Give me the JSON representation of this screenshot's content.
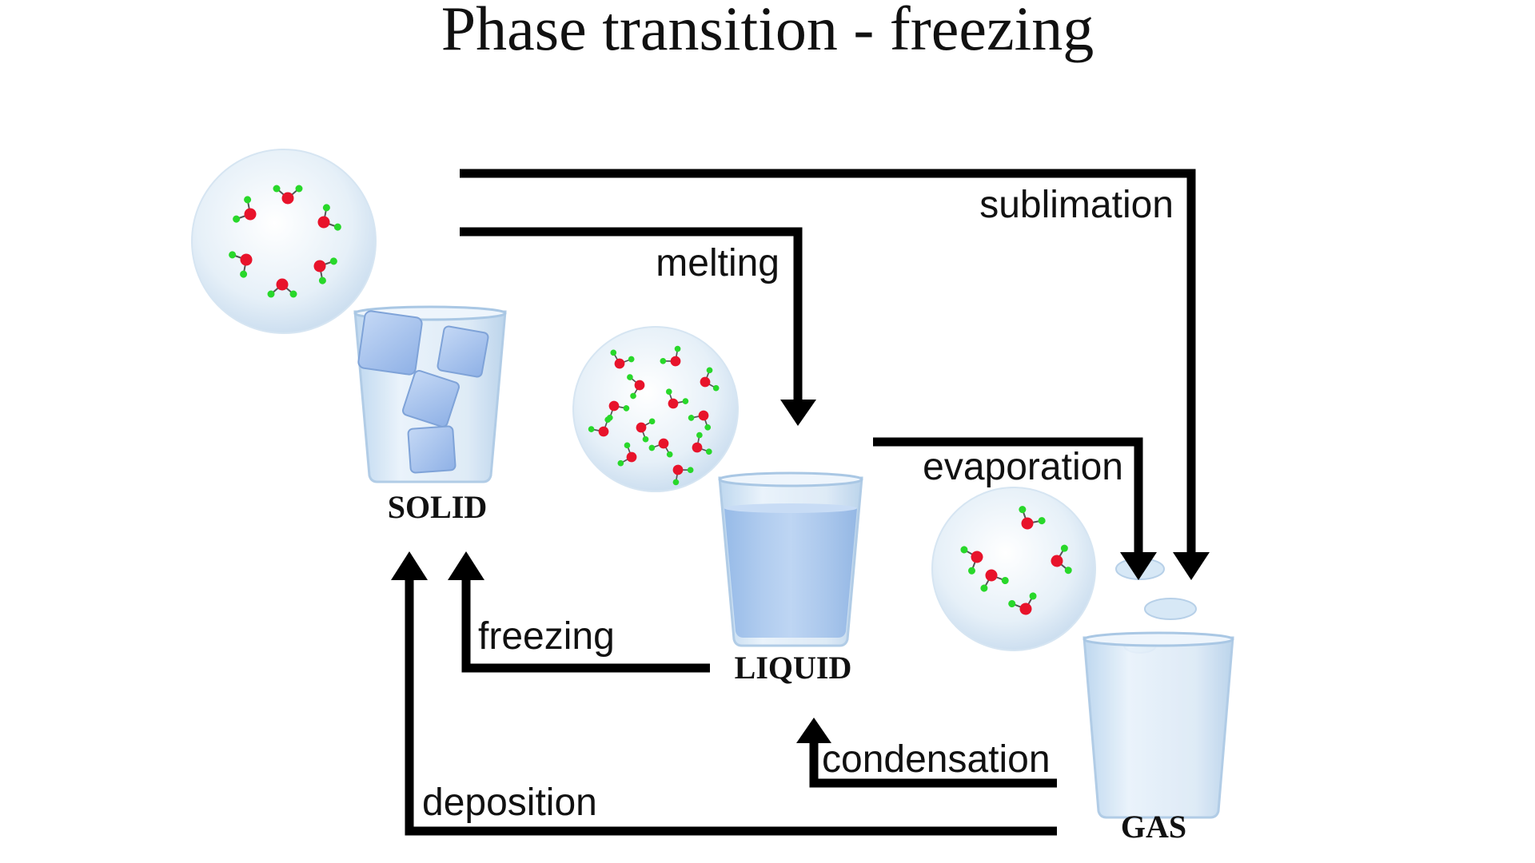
{
  "title": "Phase transition - freezing",
  "states": {
    "solid": "SOLID",
    "liquid": "LIQUID",
    "gas": "GAS"
  },
  "processes": {
    "sublimation": "sublimation",
    "melting": "melting",
    "evaporation": "evaporation",
    "freezing": "freezing",
    "condensation": "condensation",
    "deposition": "deposition"
  },
  "colors": {
    "oxygen": "#e8132b",
    "hydrogen": "#28d82a",
    "glass": "#cfe3f3",
    "water": "#a8c9ee",
    "ice": "#a9c6ee",
    "arrow": "#000000"
  }
}
